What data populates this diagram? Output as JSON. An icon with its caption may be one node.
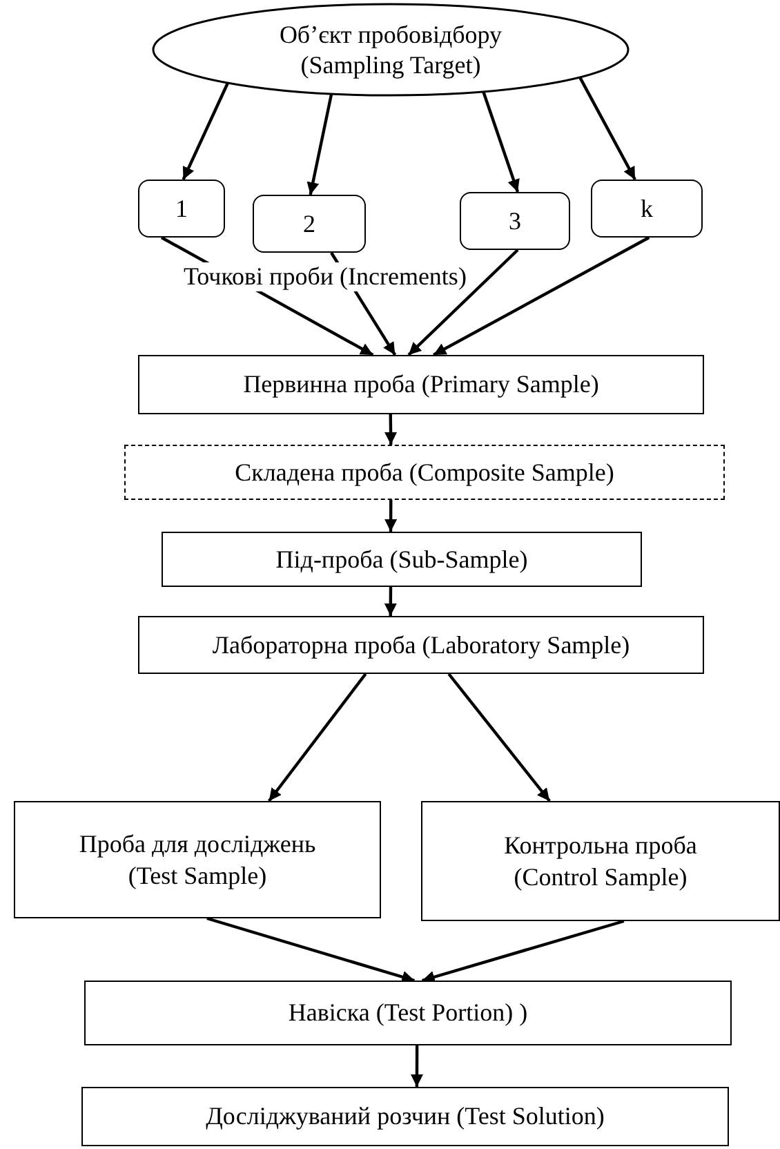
{
  "diagram": {
    "nodes": [
      {
        "text": [
          "Об’єкт пробовідбору (Sampling Target)"
        ]
      },
      {
        "text": [
          "1"
        ]
      },
      {
        "text": [
          "2"
        ]
      },
      {
        "text": [
          "3"
        ]
      },
      {
        "text": [
          "k"
        ]
      },
      {
        "text": [
          "Первинна проба (Primary Sample)"
        ]
      },
      {
        "text": [
          "Складена проба (Composite Sample)"
        ]
      },
      {
        "text": [
          "Під-проба (Sub-Sample)"
        ]
      },
      {
        "text": [
          "Лабораторна проба (Laboratory Sample)"
        ]
      },
      {
        "text": [
          "Проба для досліджень (Test Sample)"
        ]
      },
      {
        "text": [
          "Контрольна проба (Control Sample)"
        ]
      },
      {
        "text": [
          "Навіска (Test Portion) )"
        ]
      },
      {
        "text": [
          "Досліджуваний розчин (Test Solution)"
        ]
      }
    ],
    "edges": [
      {
        "from": 0,
        "to": 1,
        "arrow": "to"
      },
      {
        "from": 0,
        "to": 2,
        "arrow": "to"
      },
      {
        "from": 0,
        "to": 3,
        "arrow": "to"
      },
      {
        "from": 0,
        "to": 4,
        "arrow": "to"
      },
      {
        "from": 1,
        "to": 5,
        "arrow": "to"
      },
      {
        "from": 2,
        "to": 5,
        "arrow": "to"
      },
      {
        "from": 3,
        "to": 5,
        "arrow": "to"
      },
      {
        "from": 4,
        "to": 5,
        "arrow": "to"
      },
      {
        "from": 5,
        "to": 6,
        "arrow": "to"
      },
      {
        "from": 6,
        "to": 7,
        "arrow": "to"
      },
      {
        "from": 7,
        "to": 8,
        "arrow": "to"
      },
      {
        "from": 8,
        "to": 9,
        "arrow": "to"
      },
      {
        "from": 8,
        "to": 10,
        "arrow": "to"
      },
      {
        "from": 9,
        "to": 11,
        "arrow": "to"
      },
      {
        "from": 10,
        "to": 11,
        "arrow": "to"
      },
      {
        "from": 11,
        "to": 12,
        "arrow": "to"
      }
    ],
    "labels": [
      "Точкові проби (Increments)"
    ]
  }
}
